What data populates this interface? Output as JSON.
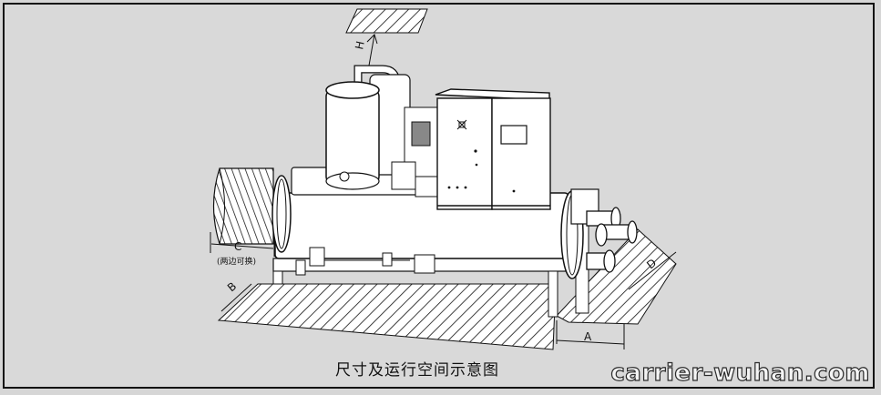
{
  "diagram": {
    "caption": "尺寸及运行空间示意图",
    "labels": {
      "h": "H",
      "a": "A",
      "b": "B",
      "c": "C",
      "d": "D",
      "c_note": "(两边可换)"
    }
  },
  "watermark": "carrier-wuhan.com",
  "colors": {
    "background": "#d9d9d9",
    "line": "#111111",
    "machine_fill": "#ffffff"
  }
}
